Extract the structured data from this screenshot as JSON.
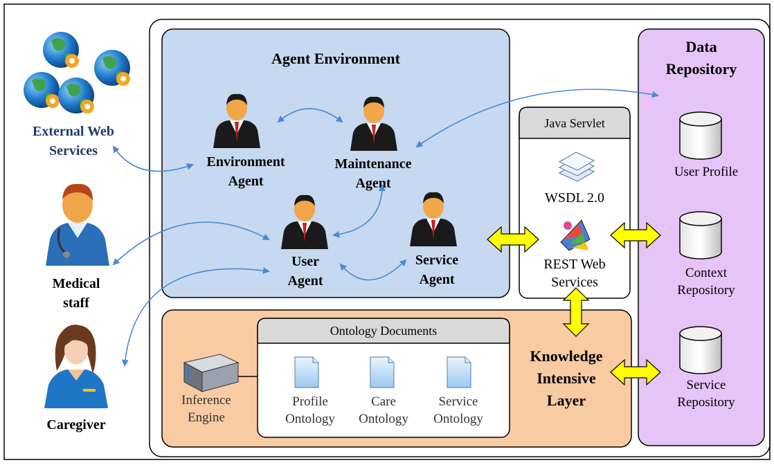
{
  "left_actors": {
    "external_web_services": [
      "External Web",
      "Services"
    ],
    "medical_staff": [
      "Medical",
      "staff"
    ],
    "caregiver": "Caregiver"
  },
  "agent_environment": {
    "title": "Agent Environment",
    "environment_agent": [
      "Environment",
      "Agent"
    ],
    "maintenance_agent": [
      "Maintenance",
      "Agent"
    ],
    "user_agent": [
      "User",
      "Agent"
    ],
    "service_agent": [
      "Service",
      "Agent"
    ]
  },
  "java_servlet": {
    "title": "Java Servlet",
    "wsdl": "WSDL 2.0",
    "rest": [
      "REST Web",
      "Services"
    ]
  },
  "data_repository": {
    "title": [
      "Data",
      "Repository"
    ],
    "user_profile": "User Profile",
    "context_repository": [
      "Context",
      "Repository"
    ],
    "service_repository": [
      "Service",
      "Repository"
    ]
  },
  "knowledge_layer": {
    "title": [
      "Knowledge",
      "Intensive",
      "Layer"
    ],
    "inference_engine": [
      "Inference",
      "Engine"
    ],
    "ontology_documents": {
      "title": "Ontology Documents",
      "profile": [
        "Profile",
        "Ontology"
      ],
      "care": [
        "Care",
        "Ontology"
      ],
      "service": [
        "Service",
        "Ontology"
      ]
    }
  },
  "colors": {
    "agent_env_fill": "#c6d9f0",
    "knowledge_fill": "#f9cba3",
    "data_repo_fill": "#e6c4f7",
    "servlet_header": "#d9d9d9",
    "arrow_blue": "#4a8ad4",
    "double_arrow": "#ffff00"
  }
}
